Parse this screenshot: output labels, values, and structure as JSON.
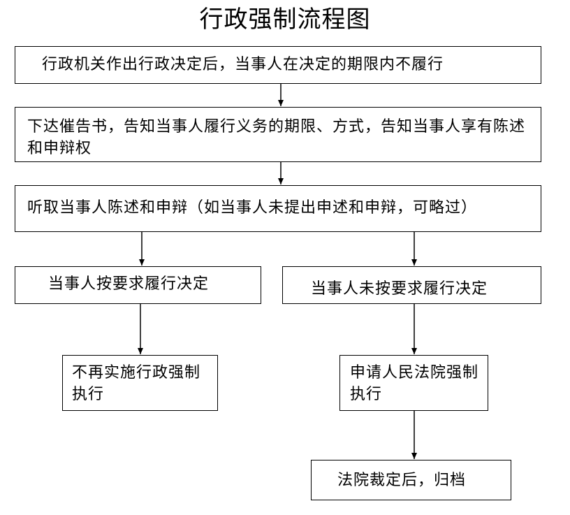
{
  "title": "行政强制流程图",
  "steps": [
    {
      "text": "行政机关作出行政决定后，当事人在决定的期限内不履行"
    },
    {
      "text": "下达催告书，告知当事人履行义务的期限、方式，告知当事人享有陈述和申辩权"
    },
    {
      "text": "听取当事人陈述和申辩（如当事人未提出申述和申辩，可略过）"
    },
    {
      "text": "当事人按要求履行决定"
    },
    {
      "text": "当事人未按要求履行决定"
    },
    {
      "text": "不再实施行政强制执行"
    },
    {
      "text": "申请人民法院强制执行"
    },
    {
      "text": "法院裁定后，归档"
    }
  ],
  "colors": {
    "line": "#000000",
    "text": "#000000",
    "background": "#ffffff"
  }
}
